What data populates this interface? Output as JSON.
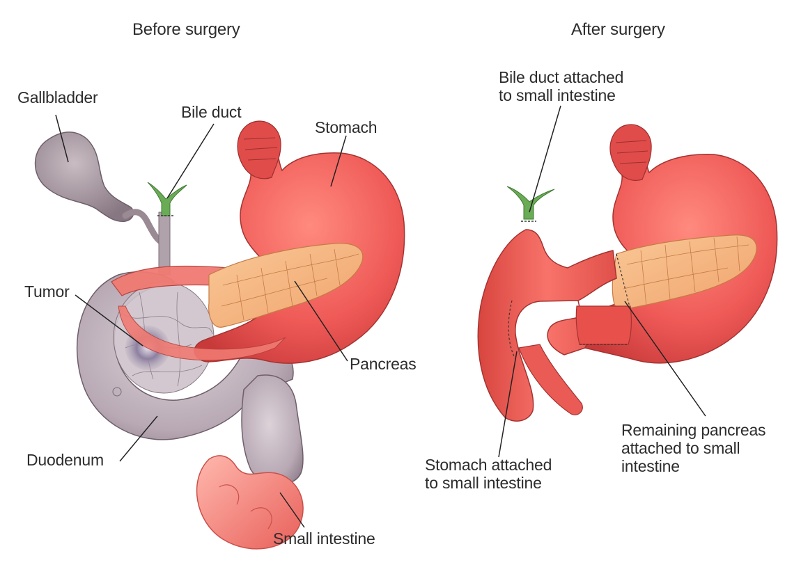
{
  "titles": {
    "before": "Before surgery",
    "after": "After surgery"
  },
  "labels": {
    "gallbladder": "Gallbladder",
    "bile_duct": "Bile duct",
    "stomach": "Stomach",
    "tumor": "Tumor",
    "pancreas": "Pancreas",
    "duodenum": "Duodenum",
    "small_intestine": "Small intestine",
    "bile_duct_attached": "Bile duct attached\nto small intestine",
    "stomach_attached": "Stomach attached\nto small intestine",
    "remaining_pancreas": "Remaining pancreas\nattached to small\nintestine"
  },
  "colors": {
    "stomach": "#ef5a57",
    "stomach_dark": "#c83a3a",
    "pancreas": "#f6b87e",
    "duodenum": "#b8a9b4",
    "gallbladder": "#a8999f",
    "bile_duct_green": "#5fa04e",
    "intestine": "#f48a80"
  }
}
